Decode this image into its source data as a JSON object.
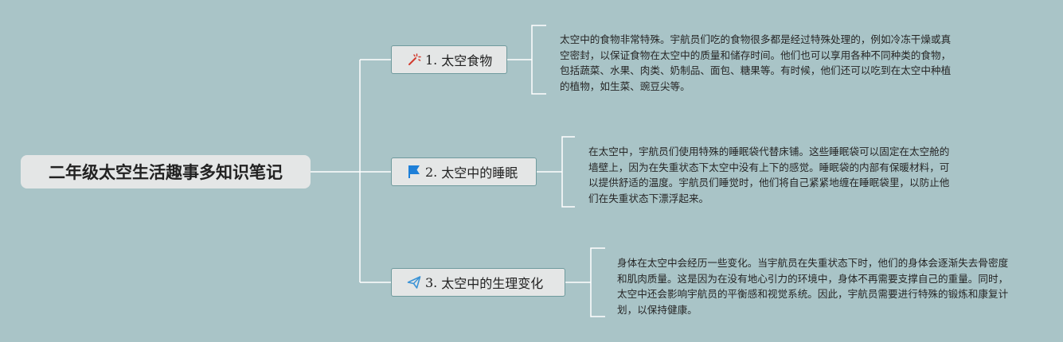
{
  "colors": {
    "background": "#a9c4c7",
    "node_fill": "#e4e6e6",
    "node_border": "#6f9a9d",
    "connector": "#ffffff",
    "icon_red": "#d23b2e",
    "icon_blue": "#1e7fd8",
    "icon_lightblue": "#3a93d6"
  },
  "root": {
    "title": "二年级太空生活趣事多知识笔记"
  },
  "branches": [
    {
      "number": "1.",
      "label": "太空食物",
      "icon": "magic-wand-icon",
      "note": "太空中的食物非常特殊。宇航员们吃的食物很多都是经过特殊处理的，例如冷冻干燥或真空密封，以保证食物在太空中的质量和储存时间。他们也可以享用各种不同种类的食物，包括蔬菜、水果、肉类、奶制品、面包、糖果等。有时候，他们还可以吃到在太空中种植的植物，如生菜、豌豆尖等。"
    },
    {
      "number": "2.",
      "label": "太空中的睡眠",
      "icon": "flag-icon",
      "note": "在太空中，宇航员们使用特殊的睡眠袋代替床铺。这些睡眠袋可以固定在太空舱的墙壁上，因为在失重状态下太空中没有上下的感觉。睡眠袋的内部有保暖材料，可以提供舒适的温度。宇航员们睡觉时，他们将自己紧紧地缠在睡眠袋里，以防止他们在失重状态下漂浮起来。"
    },
    {
      "number": "3.",
      "label": "太空中的生理变化",
      "icon": "paper-plane-icon",
      "note": "身体在太空中会经历一些变化。当宇航员在失重状态下时，他们的身体会逐渐失去骨密度和肌肉质量。这是因为在没有地心引力的环境中，身体不再需要支撑自己的重量。同时，太空中还会影响宇航员的平衡感和视觉系统。因此，宇航员需要进行特殊的锻炼和康复计划，以保持健康。"
    }
  ]
}
